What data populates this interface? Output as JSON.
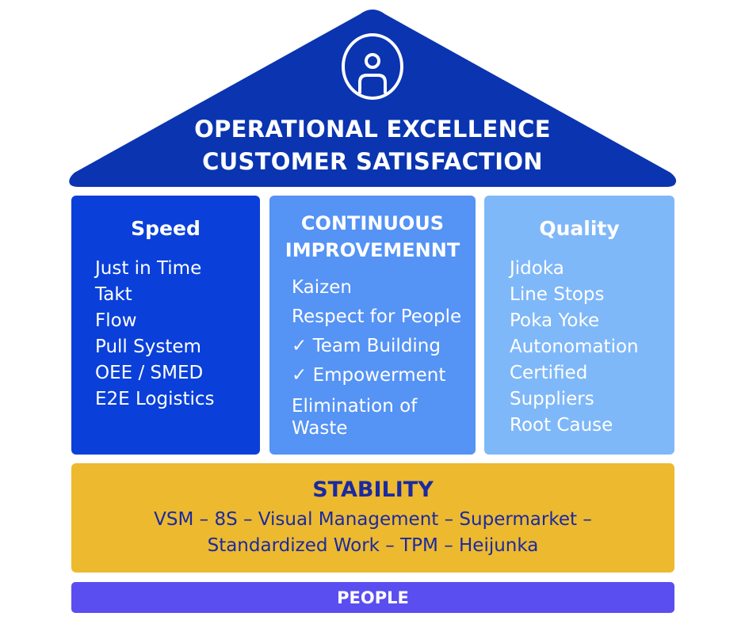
{
  "roof": {
    "title_line1": "OPERATIONAL EXCELLENCE",
    "title_line2": "CUSTOMER SATISFACTION",
    "icon": "user-circle-icon",
    "color": "#0a34b0"
  },
  "pillars": [
    {
      "title": "Speed",
      "color": "#0a40d9",
      "items": [
        "Just in Time",
        "Takt",
        "Flow",
        "Pull System",
        "OEE / SMED",
        "E2E Logistics"
      ]
    },
    {
      "title_line1": "CONTINUOUS",
      "title_line2": "IMPROVEMENNT",
      "color": "#5593f5",
      "items": [
        "Kaizen",
        "Respect for People",
        "✓ Team Building",
        "✓ Empowerment",
        "Elimination of Waste"
      ]
    },
    {
      "title": "Quality",
      "color": "#7fb8f8",
      "items": [
        "Jidoka",
        "Line Stops",
        "Poka Yoke",
        "Autonomation",
        "Certified",
        "Suppliers",
        "Root Cause"
      ]
    }
  ],
  "stability": {
    "title": "STABILITY",
    "items": "VSM – 8S – Visual Management  – Supermarket – Standardized Work – TPM – Heijunka",
    "color": "#edb92e"
  },
  "people": {
    "label": "PEOPLE",
    "color": "#5a4ef0"
  }
}
